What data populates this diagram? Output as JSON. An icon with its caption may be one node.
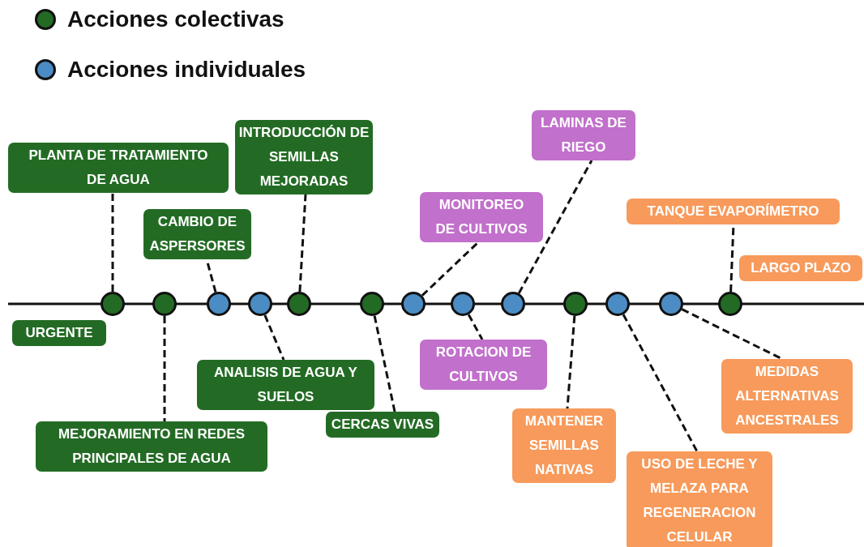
{
  "diagram": {
    "nodes": [
      {
        "text": [
          "PLANTA DE TRATAMIENTO DE AGUA"
        ]
      },
      {
        "text": [
          "INTRODUCCIÓN DE SEMILLAS MEJORADAS"
        ]
      },
      {
        "text": [
          "CAMBIO DE ASPERSORES"
        ]
      },
      {
        "text": [
          "MONITOREO DE CULTIVOS"
        ]
      },
      {
        "text": [
          "LAMINAS DE RIEGO"
        ]
      },
      {
        "text": [
          "TANQUE EVAPORÍMETRO"
        ]
      },
      {
        "text": [
          "LARGO PLAZO"
        ]
      },
      {
        "text": [
          "URGENTE"
        ]
      },
      {
        "text": [
          "ANALISIS DE AGUA Y SUELOS"
        ]
      },
      {
        "text": [
          "ROTACION DE CULTIVOS"
        ]
      },
      {
        "text": [
          "MEDIDAS ALTERNATIVAS ANCESTRALES"
        ]
      },
      {
        "text": [
          "CERCAS VIVAS"
        ]
      },
      {
        "text": [
          "MANTENER SEMILLAS NATIVAS"
        ]
      },
      {
        "text": [
          "MEJORAMIENTO EN REDES PRINCIPALES DE AGUA"
        ]
      },
      {
        "text": [
          "USO DE LECHE Y MELAZA PARA REGENERACION CELULAR"
        ]
      },
      {
        "text": [],
        "shape": "circle"
      },
      {
        "text": [],
        "shape": "circle"
      },
      {
        "text": [],
        "shape": "circle"
      },
      {
        "text": [],
        "shape": "circle"
      },
      {
        "text": [],
        "shape": "circle"
      },
      {
        "text": [],
        "shape": "circle"
      },
      {
        "text": [],
        "shape": "circle"
      },
      {
        "text": [],
        "shape": "circle"
      },
      {
        "text": [],
        "shape": "circle"
      },
      {
        "text": [],
        "shape": "circle"
      },
      {
        "text": [],
        "shape": "circle"
      },
      {
        "text": [],
        "shape": "circle"
      },
      {
        "text": [],
        "shape": "circle"
      }
    ],
    "edges": [
      {
        "from": 15,
        "to": 0,
        "arrow": "none",
        "style": "dashed"
      },
      {
        "from": 16,
        "to": 13,
        "arrow": "none",
        "style": "dashed"
      },
      {
        "from": 17,
        "to": 2,
        "arrow": "none",
        "style": "dashed"
      },
      {
        "from": 18,
        "to": 8,
        "arrow": "none",
        "style": "dashed"
      },
      {
        "from": 19,
        "to": 1,
        "arrow": "none",
        "style": "dashed"
      },
      {
        "from": 20,
        "to": 11,
        "arrow": "none",
        "style": "dashed"
      },
      {
        "from": 21,
        "to": 3,
        "arrow": "none",
        "style": "dashed"
      },
      {
        "from": 22,
        "to": 9,
        "arrow": "none",
        "style": "dashed"
      },
      {
        "from": 23,
        "to": 4,
        "arrow": "none",
        "style": "dashed"
      },
      {
        "from": 24,
        "to": 12,
        "arrow": "none",
        "style": "dashed"
      },
      {
        "from": 25,
        "to": 14,
        "arrow": "none",
        "style": "dashed"
      },
      {
        "from": 26,
        "to": 10,
        "arrow": "none",
        "style": "dashed"
      },
      {
        "from": 27,
        "to": 5,
        "arrow": "none",
        "style": "dashed"
      }
    ],
    "legend": [
      {
        "text": "Acciones colectivas",
        "color": "#236b24"
      },
      {
        "text": "Acciones individuales",
        "color": "#4b8cc5"
      }
    ]
  }
}
